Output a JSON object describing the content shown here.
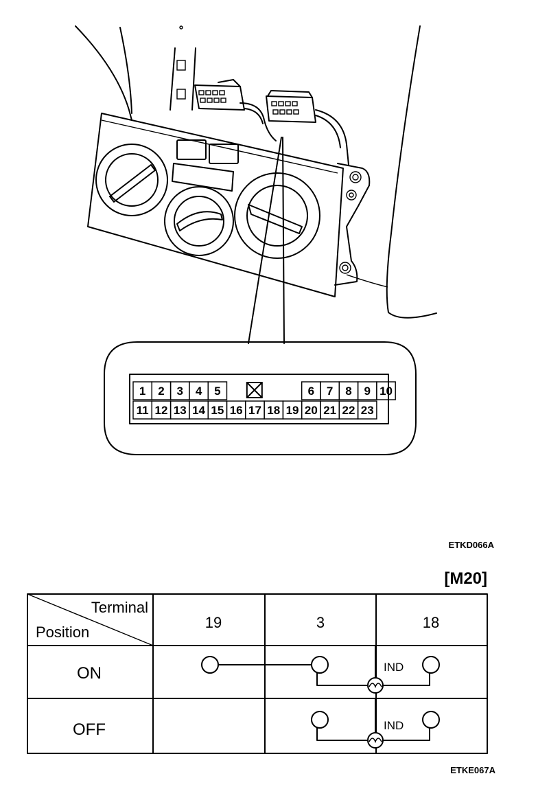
{
  "figure_code_top": "ETKD066A",
  "figure_code_bottom": "ETKE067A",
  "connector_id": "[M20]",
  "connector_pins": {
    "top_row": [
      "1",
      "2",
      "3",
      "4",
      "5",
      "6",
      "7",
      "8",
      "9",
      "10"
    ],
    "bottom_row": [
      "11",
      "12",
      "13",
      "14",
      "15",
      "16",
      "17",
      "18",
      "19",
      "20",
      "21",
      "22",
      "23"
    ]
  },
  "table": {
    "header_terminal": "Terminal",
    "header_position": "Position",
    "terminals": [
      "19",
      "3",
      "18"
    ],
    "rows": [
      {
        "position": "ON",
        "indicator": "IND"
      },
      {
        "position": "OFF",
        "indicator": "IND"
      }
    ]
  }
}
